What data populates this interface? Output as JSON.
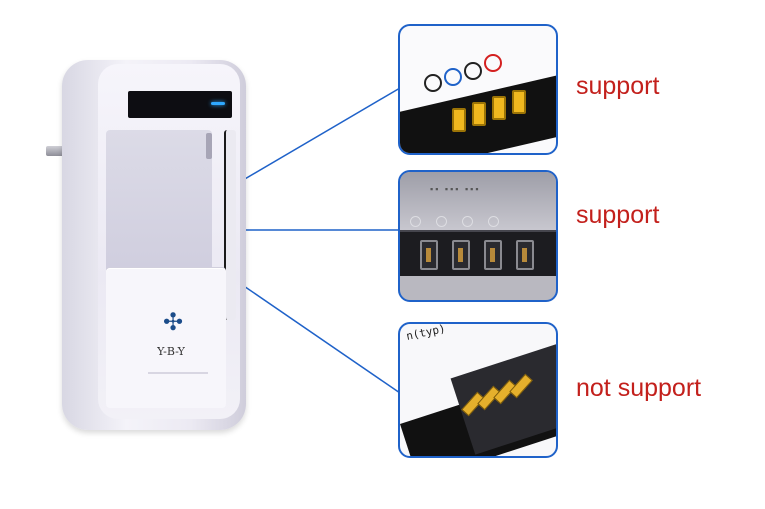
{
  "charger": {
    "brand_text": "Y-B-Y"
  },
  "callouts": [
    {
      "label": "support",
      "contacts": 4,
      "contact_color": "#f0b81f",
      "symbols": [
        "minus",
        "minus-circle",
        "neutral",
        "plus"
      ]
    },
    {
      "label": "support",
      "contacts": 4,
      "contact_color": "#b88a3a"
    },
    {
      "label": "not support",
      "contacts": 4,
      "contact_color": "#e5b02c",
      "printed_text": "n(typ)"
    }
  ],
  "colors": {
    "label": "#c3201c",
    "frame": "#1f62c9",
    "connector_line": "#1f62c9"
  }
}
